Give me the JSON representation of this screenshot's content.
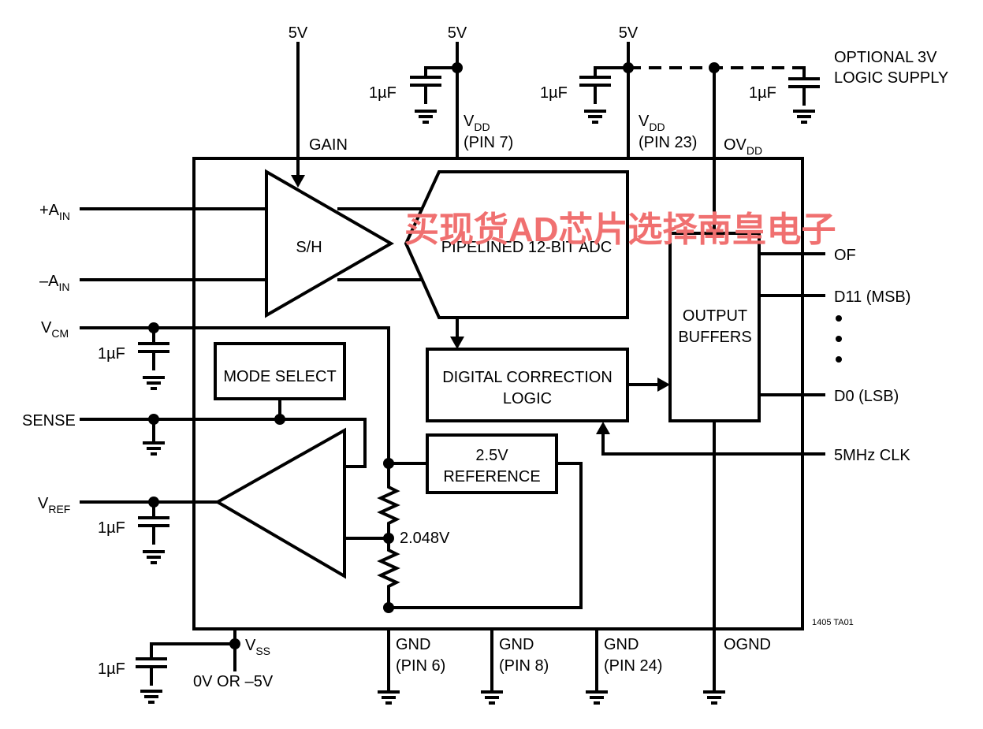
{
  "supply": {
    "gain_5v": "5V",
    "vdd7_5v": "5V",
    "vdd23_5v": "5V",
    "optional": [
      "OPTIONAL 3V",
      "LOGIC SUPPLY"
    ]
  },
  "caps": {
    "value": "1µF"
  },
  "pins": {
    "gain": "GAIN",
    "vdd": "V",
    "vdd_sub": "DD",
    "pin7": "(PIN 7)",
    "pin23": "(PIN 23)",
    "ovdd": "OV",
    "ovdd_sub": "DD",
    "ain_pos": "+A",
    "ain_neg": "–A",
    "ain_sub": "IN",
    "vcm": "V",
    "vcm_sub": "CM",
    "sense": "SENSE",
    "vref": "V",
    "vref_sub": "REF",
    "vss": "V",
    "vss_sub": "SS",
    "vss_note": "0V OR –5V",
    "gnd": "GND",
    "gnd6": "(PIN 6)",
    "gnd8": "(PIN 8)",
    "gnd24": "(PIN 24)",
    "ognd": "OGND"
  },
  "blocks": {
    "sh": "S/H",
    "adc": "PIPELINED 12-BIT ADC",
    "mode": "MODE SELECT",
    "digital": [
      "DIGITAL CORRECTION",
      "LOGIC"
    ],
    "output": [
      "OUTPUT",
      "BUFFERS"
    ],
    "reference": [
      "2.5V",
      "REFERENCE"
    ],
    "divider": "2.048V"
  },
  "outputs": {
    "of": "OF",
    "d11": "D11 (MSB)",
    "d0": "D0 (LSB)",
    "clk": "5MHz CLK"
  },
  "figure_id": "1405 TA01",
  "watermark": "买现货AD芯片选择南皇电子",
  "colors": {
    "line": "#000000",
    "watermark": "#f07070"
  }
}
